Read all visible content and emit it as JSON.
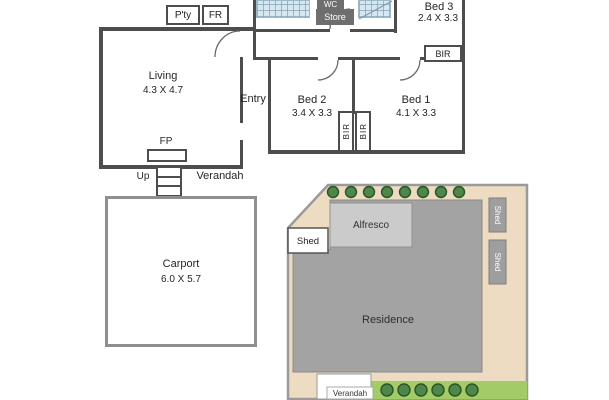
{
  "floorplan": {
    "rooms": {
      "living": {
        "name": "Living",
        "dims": "4.3 X 4.7"
      },
      "entry": "Entry",
      "bed1": {
        "name": "Bed 1",
        "dims": "4.1 X 3.3"
      },
      "bed2": {
        "name": "Bed 2",
        "dims": "3.4 X 3.3"
      },
      "bed3": {
        "name": "Bed 3",
        "dims": "2.4 X 3.3"
      },
      "carport": {
        "name": "Carport",
        "dims": "6.0 X 5.7"
      },
      "verandah": "Verandah"
    },
    "fixtures": {
      "pantry": "P'ty",
      "fridge": "FR",
      "wc": "WC",
      "store": "Store",
      "bir_bed3": "BIR",
      "bir_bed2": "BIR",
      "bir_bed1": "BIR",
      "fireplace": "FP",
      "up": "Up"
    }
  },
  "siteplan": {
    "labels": {
      "residence": "Residence",
      "alfresco": "Alfresco",
      "shed_left": "Shed",
      "shed_right_top": "Shed",
      "shed_right_bottom": "Shed",
      "verandah": "Verandah"
    },
    "colors": {
      "land": "#eedcc2",
      "boundary": "#9a9a9a",
      "residence": "#a3a3a3",
      "alfresco": "#cbcbcb",
      "shed": "#9e9e9e",
      "lawn": "#a3cc68",
      "tree_fill": "#4e8747",
      "tree_stroke": "#275427"
    }
  }
}
